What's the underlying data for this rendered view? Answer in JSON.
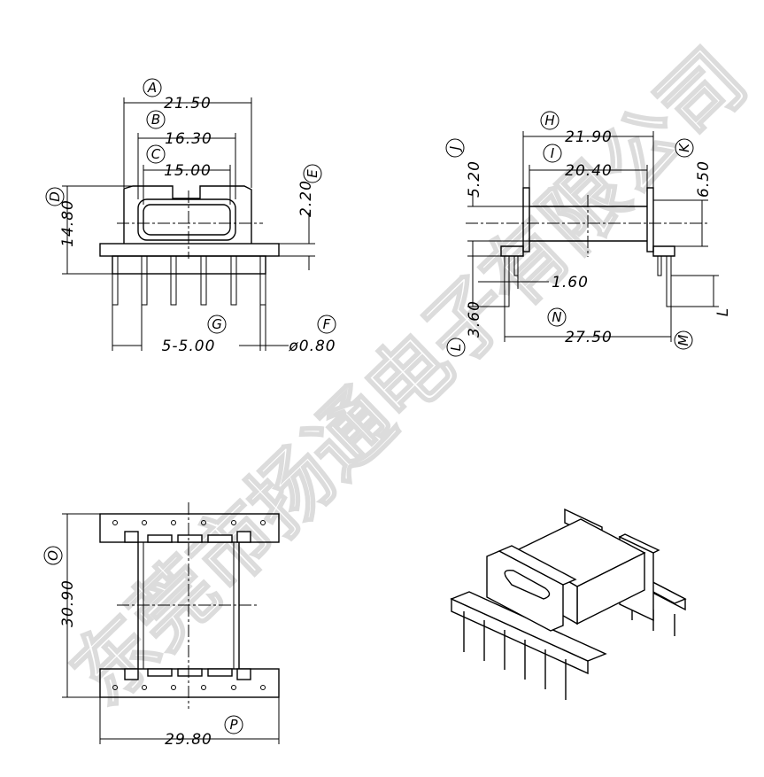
{
  "watermark": "东莞市扬通电子有限公司",
  "views": {
    "front": {
      "A": {
        "letter": "A",
        "value": "21.50"
      },
      "B": {
        "letter": "B",
        "value": "16.30"
      },
      "C": {
        "letter": "C",
        "value": "15.00"
      },
      "D": {
        "letter": "D",
        "value": "14.80"
      },
      "E": {
        "letter": "E",
        "value": "2.20"
      },
      "F": {
        "letter": "F",
        "value": "ø0.80"
      },
      "G": {
        "letter": "G",
        "value": "5-5.00"
      }
    },
    "side": {
      "H": {
        "letter": "H",
        "value": "21.90"
      },
      "I": {
        "letter": "I",
        "value": "20.40"
      },
      "J": {
        "letter": "J",
        "value": "5.20"
      },
      "K": {
        "letter": "K",
        "value": "6.50"
      },
      "L": {
        "letter": "L",
        "value": "3.60"
      },
      "pin_offset": "1.60",
      "M": {
        "letter": "M",
        "value": "L"
      },
      "N": {
        "letter": "N",
        "value": "27.50"
      }
    },
    "bottom": {
      "O": {
        "letter": "O",
        "value": "30.90"
      },
      "P": {
        "letter": "P",
        "value": "29.80"
      }
    }
  }
}
